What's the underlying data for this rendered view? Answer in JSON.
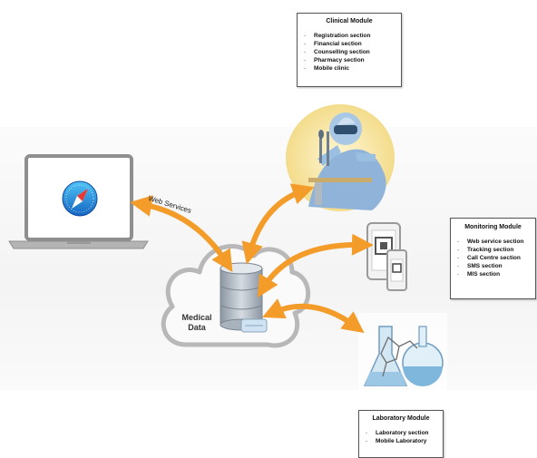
{
  "diagram": {
    "web_services_label": "Web Services",
    "medical_data_label": [
      "Medical",
      "Data"
    ],
    "colors": {
      "arrow": "#f39c2a",
      "cloud_stroke": "#b8b8b8",
      "laptop_frame": "#9a9a9a",
      "database": "#a9b3bd",
      "safari_blue": "#1e88e5"
    }
  },
  "clinical_module": {
    "title": "Clinical Module",
    "items": [
      "Registration section",
      "Financial section",
      "Counselling section",
      "Pharmacy section",
      "Mobile clinic"
    ]
  },
  "monitoring_module": {
    "title": "Monitoring Module",
    "items": [
      "Web service section",
      "Tracking section",
      "Call Centre section",
      "SMS section",
      "MIS section"
    ]
  },
  "laboratory_module": {
    "title": "Laboratory Module",
    "items": [
      "Laboratory section",
      "Mobile Laboratory"
    ]
  },
  "icons": [
    "laptop-icon",
    "safari-compass-icon",
    "cloud-icon",
    "database-icon",
    "scientist-photo",
    "mobile-devices-icon",
    "lab-glassware-illustration",
    "orange-arrow"
  ]
}
